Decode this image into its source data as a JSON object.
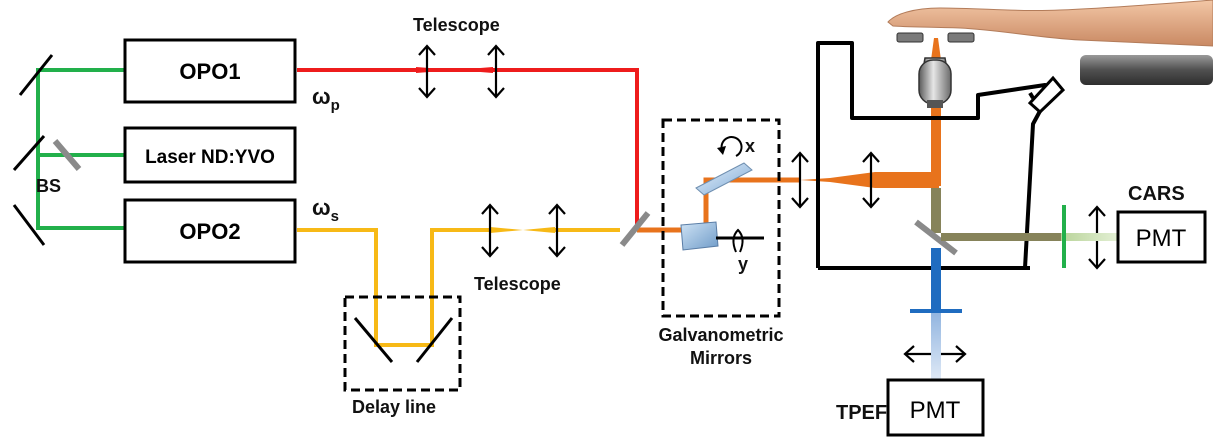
{
  "diagram": {
    "boxes": {
      "opo1": "OPO1",
      "laser": "Laser ND:YVO",
      "opo2": "OPO2",
      "pmt_cars": "PMT",
      "pmt_tpef": "PMT"
    },
    "labels": {
      "bs": "BS",
      "omega_p": "ω",
      "omega_p_sub": "p",
      "omega_s": "ω",
      "omega_s_sub": "s",
      "telescope_top": "Telescope",
      "telescope_bottom": "Telescope",
      "delay_line": "Delay line",
      "galvo_line1": "Galvanometric",
      "galvo_line2": "Mirrors",
      "axis_x": "x",
      "axis_y": "y",
      "cars": "CARS",
      "tpef": "TPEF"
    },
    "colors": {
      "pump_beam": "#ee1c1c",
      "stokes_beam": "#f7b916",
      "combined_beam": "#e8731c",
      "laser_beam": "#22b04b",
      "cars_signal": "#86835a",
      "cars_label": "#1aa34a",
      "tpef_signal": "#1f6cc0",
      "tpef_label": "#1f6cc0"
    }
  }
}
